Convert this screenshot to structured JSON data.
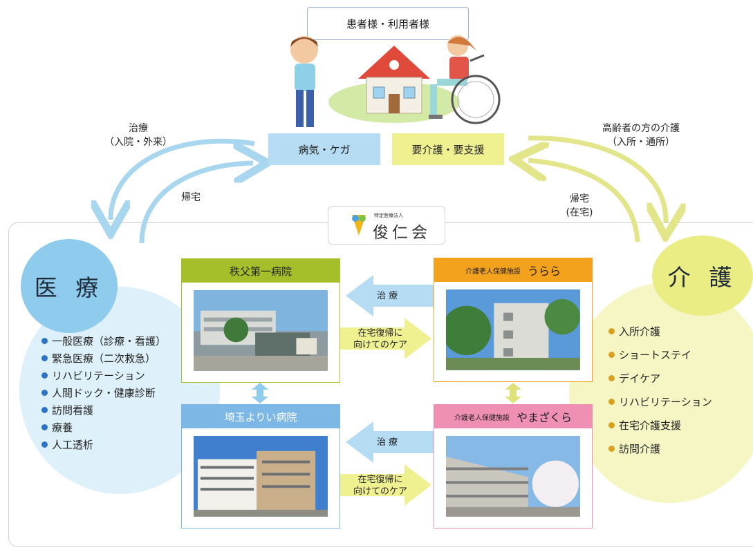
{
  "top": {
    "title": "患者様・利用者様",
    "illness": "病気・ケガ",
    "care_need": "要介護・要支援"
  },
  "flows": {
    "treatment_line1": "治療",
    "treatment_line2": "（入院・外来）",
    "return_left": "帰宅",
    "elderly_line1": "高齢者の方の介護",
    "elderly_line2": "（入所・通所）",
    "return_right_line1": "帰宅",
    "return_right_line2": "(在宅)"
  },
  "logo": {
    "small": "特定医療法人",
    "name": "俊仁会"
  },
  "medical": {
    "title": "医 療",
    "items": [
      "一般医療（診療・看護）",
      "緊急医療（二次救急）",
      "リハビリテーション",
      "人間ドック・健康診断",
      "訪問看護",
      "療養",
      "人工透析"
    ]
  },
  "care": {
    "title": "介 護",
    "items": [
      "入所介護",
      "ショートステイ",
      "デイケア",
      "リハビリテーション",
      "在宅介護支援",
      "訪問介護"
    ]
  },
  "facilities": {
    "chichibu": "秩父第一病院",
    "urara_prefix": "介護老人保健施設",
    "urara_name": "うらら",
    "saitama": "埼玉よりい病院",
    "yamazakura_prefix": "介護老人保健施設",
    "yamazakura_name": "やまざくら"
  },
  "arrows": {
    "treat_top": "治 療",
    "home_top_line1": "在宅復帰に",
    "home_top_line2": "向けてのケア",
    "treat_bottom": "治 療",
    "home_bottom_line1": "在宅復帰に",
    "home_bottom_line2": "向けてのケア"
  },
  "colors": {
    "medical_blue": "#b5dcf2",
    "care_yellow": "#eef08a",
    "chichibu_green": "#a5bf2a",
    "urara_orange": "#f3a21e",
    "saitama_blue": "#7cb7e6",
    "yamazakura_pink": "#ef8fb4"
  }
}
